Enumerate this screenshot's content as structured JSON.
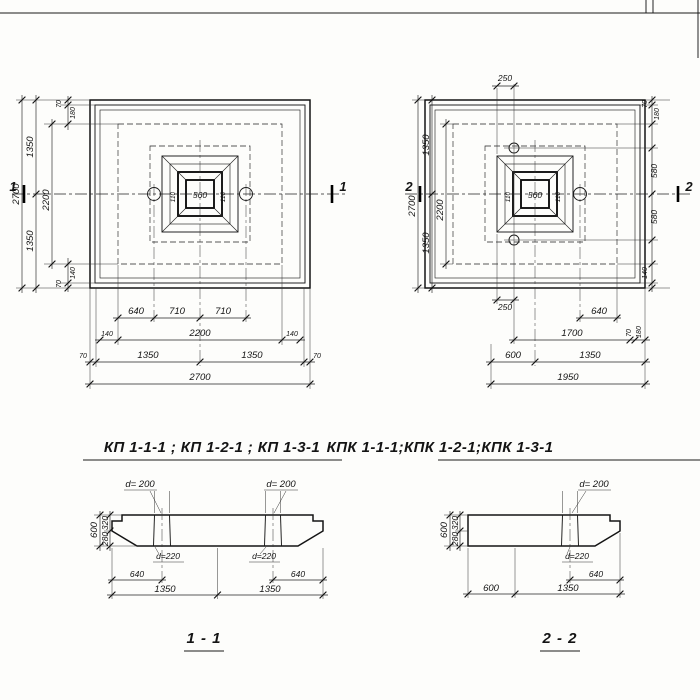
{
  "plan_left": {
    "mark_left": "1",
    "mark_right": "1",
    "dim_2700_v": "2700",
    "dim_1350_top": "1350",
    "dim_1350_bot": "1350",
    "dim_2200_v": "2200",
    "dim_70_top": "70",
    "dim_180_top": "180",
    "dim_70_bot": "70",
    "dim_140_bot": "140",
    "dim_110_l": "110",
    "dim_560": "560",
    "dim_110_r": "110",
    "dim_640": "640",
    "dim_710_l": "710",
    "dim_710_r": "710",
    "dim_140_l": "140",
    "dim_2200_h": "2200",
    "dim_140_r": "140",
    "dim_70_l": "70",
    "dim_1350_l": "1350",
    "dim_1350_r": "1350",
    "dim_70_r": "70",
    "dim_2700_h": "2700"
  },
  "plan_right": {
    "mark_left": "2",
    "mark_right": "2",
    "dim_250_top": "250",
    "dim_250_bot": "250",
    "dim_2700_v": "2700",
    "dim_1350_top": "1350",
    "dim_1350_bot": "1350",
    "dim_2200_v": "2200",
    "dim_70_top": "70",
    "dim_180_top": "180",
    "dim_580_top": "580",
    "dim_580_bot": "580",
    "dim_140_bot": "140",
    "dim_110_l": "110",
    "dim_560": "560",
    "dim_110_r": "110",
    "dim_640": "640",
    "dim_1700": "1700",
    "dim_70_b": "70",
    "dim_180_b": "180",
    "dim_600": "600",
    "dim_1350_b": "1350",
    "dim_1950": "1950"
  },
  "section_1": {
    "title": "КП 1-1-1 ; КП 1-2-1 ; КП 1-3-1",
    "label": "1 - 1",
    "d200_l": "d= 200",
    "d200_r": "d= 200",
    "d220_l": "d=220",
    "d220_r": "d=220",
    "h_600": "600",
    "h_320": "320",
    "h_280": "280",
    "w_640_l": "640",
    "w_640_r": "640",
    "w_1350_l": "1350",
    "w_1350_r": "1350"
  },
  "section_2": {
    "title": "КПК 1-1-1;КПК 1-2-1;КПК 1-3-1",
    "label": "2 - 2",
    "d200": "d= 200",
    "d220": "d=220",
    "h_600": "600",
    "h_320": "320",
    "h_280": "280",
    "w_640": "640",
    "w_600": "600",
    "w_1350": "1350"
  }
}
